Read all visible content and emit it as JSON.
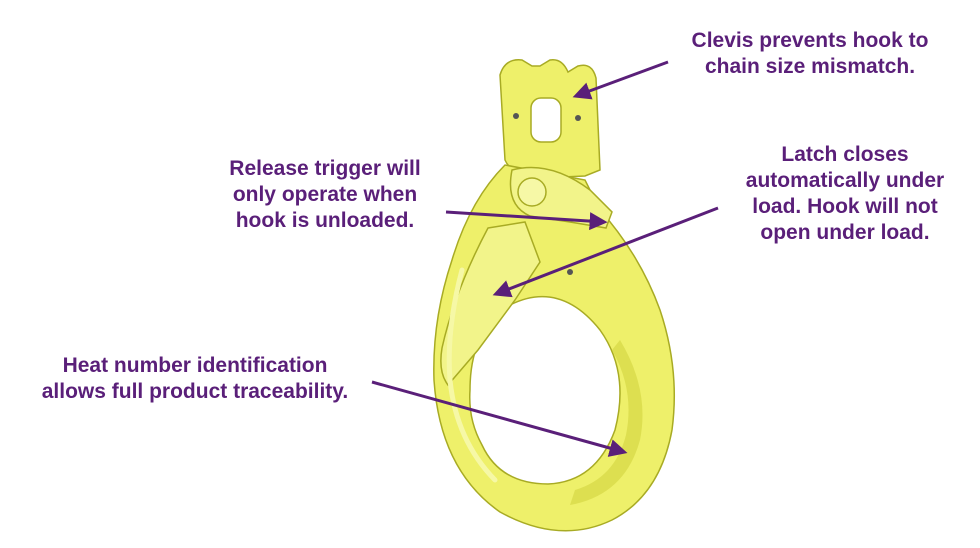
{
  "colors": {
    "hook_body": "#eef06a",
    "hook_highlight": "#f6f8a6",
    "hook_shadow": "#c9cc3a",
    "hook_outline": "#a8ab24",
    "label_text": "#5a1f79",
    "arrow": "#5a1f79",
    "background": "#ffffff"
  },
  "callouts": {
    "clevis": {
      "line1": "Clevis prevents hook to",
      "line2": "chain size mismatch."
    },
    "trigger": {
      "line1": "Release trigger will",
      "line2": "only operate when",
      "line3": "hook is unloaded."
    },
    "latch": {
      "line1": "Latch closes",
      "line2": "automatically under",
      "line3": "load. Hook will not",
      "line4": "open under load."
    },
    "heat": {
      "line1": "Heat number identification",
      "line2": "allows full product traceability."
    }
  }
}
